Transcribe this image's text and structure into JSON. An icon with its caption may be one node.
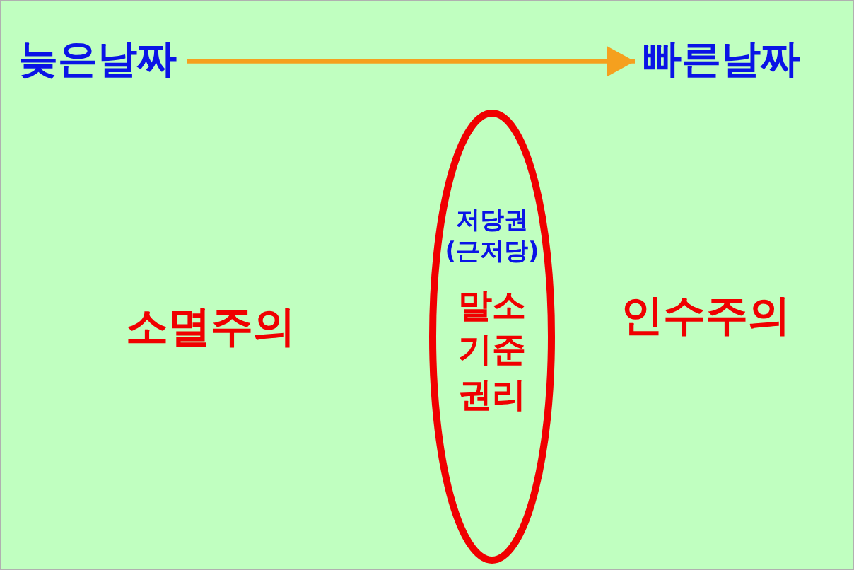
{
  "diagram": {
    "nodes": [
      {
        "text": [
          "늦은날짜"
        ]
      },
      {
        "text": [
          "빠른날짜"
        ]
      },
      {
        "text": [
          "저당권 (근저당)",
          "말소 기준 권리"
        ]
      }
    ],
    "edges": [
      {
        "from": 0,
        "to": 1,
        "arrow": "to"
      }
    ],
    "labels": [
      "소멸주의",
      "인수주의"
    ]
  }
}
